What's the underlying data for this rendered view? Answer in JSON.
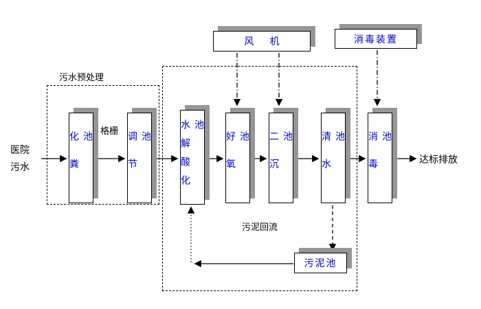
{
  "diagram": {
    "labels": {
      "pretreatment_group": "污水预处理",
      "influent": "医院\n污水",
      "grid": "格栅",
      "sludge_return": "污泥回流",
      "effluent": "达标排放"
    },
    "boxes": {
      "blower": "风      机",
      "disinfection_device": "消毒装置",
      "sludge_tank": "污泥池"
    },
    "tanks": {
      "septic": "化粪池",
      "regulating": "调节池",
      "hydrolysis_acidification": "水解酸化池",
      "aerobic": "好氧池",
      "secondary_sedimentation": "二沉池",
      "clear_water": "清水池",
      "disinfection": "消毒池"
    },
    "colors": {
      "box_text": "#0000cc",
      "box_shadow": "#969696",
      "line": "#000000",
      "background": "#ffffff"
    }
  }
}
